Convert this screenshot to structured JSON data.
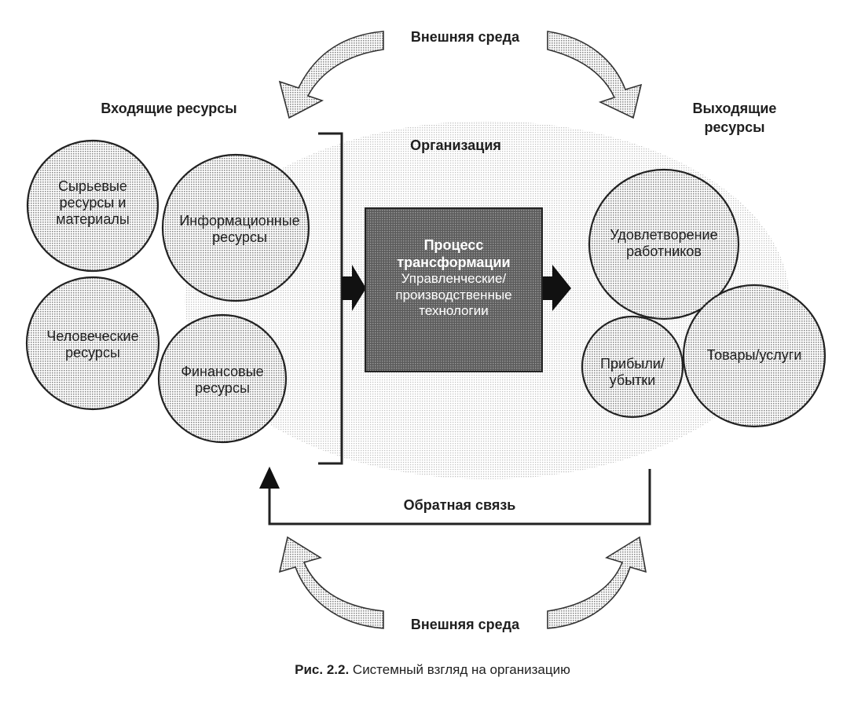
{
  "labels": {
    "environment_top": "Внешняя среда",
    "environment_bottom": "Внешняя среда",
    "inputs_title": "Входящие ресурсы",
    "outputs_title_line1": "Выходящие",
    "outputs_title_line2": "ресурсы",
    "organization": "Организация",
    "feedback": "Обратная связь"
  },
  "inputs": [
    {
      "line1": "Сырьевые",
      "line2": "ресурсы и",
      "line3": "материалы"
    },
    {
      "line1": "Информационные",
      "line2": "ресурсы"
    },
    {
      "line1": "Человеческие",
      "line2": "ресурсы"
    },
    {
      "line1": "Финансовые",
      "line2": "ресурсы"
    }
  ],
  "process": {
    "title_line1": "Процесс",
    "title_line2": "трансформации",
    "sub_line1": "Управленческие/",
    "sub_line2": "производственные",
    "sub_line3": "технологии"
  },
  "outputs": [
    {
      "line1": "Удовлетворение",
      "line2": "работников"
    },
    {
      "line1": "Прибыли/",
      "line2": "убытки"
    },
    {
      "line1": "Товары/услуги"
    }
  ],
  "caption": {
    "prefix": "Рис. 2.2.",
    "text": " Системный взгляд на организацию"
  }
}
